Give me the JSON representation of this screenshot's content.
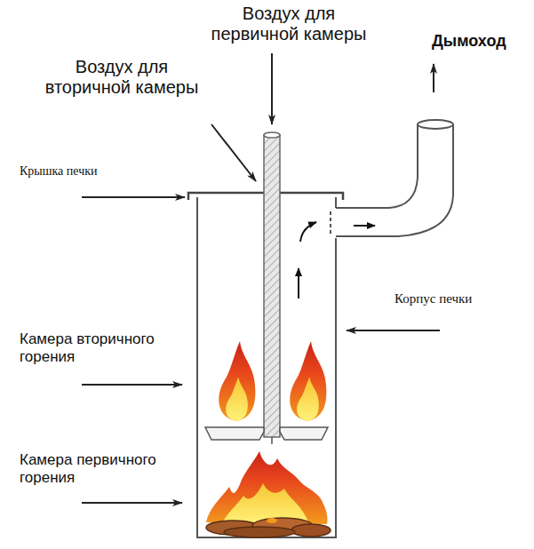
{
  "diagram": {
    "labels": [
      "Воздух для первичной камеры",
      "Воздух для вторичной камеры",
      "Дымоход",
      "Крышка печки",
      "Корпус печки",
      "Камера вторичного горения",
      "Камера первичного горения"
    ]
  }
}
